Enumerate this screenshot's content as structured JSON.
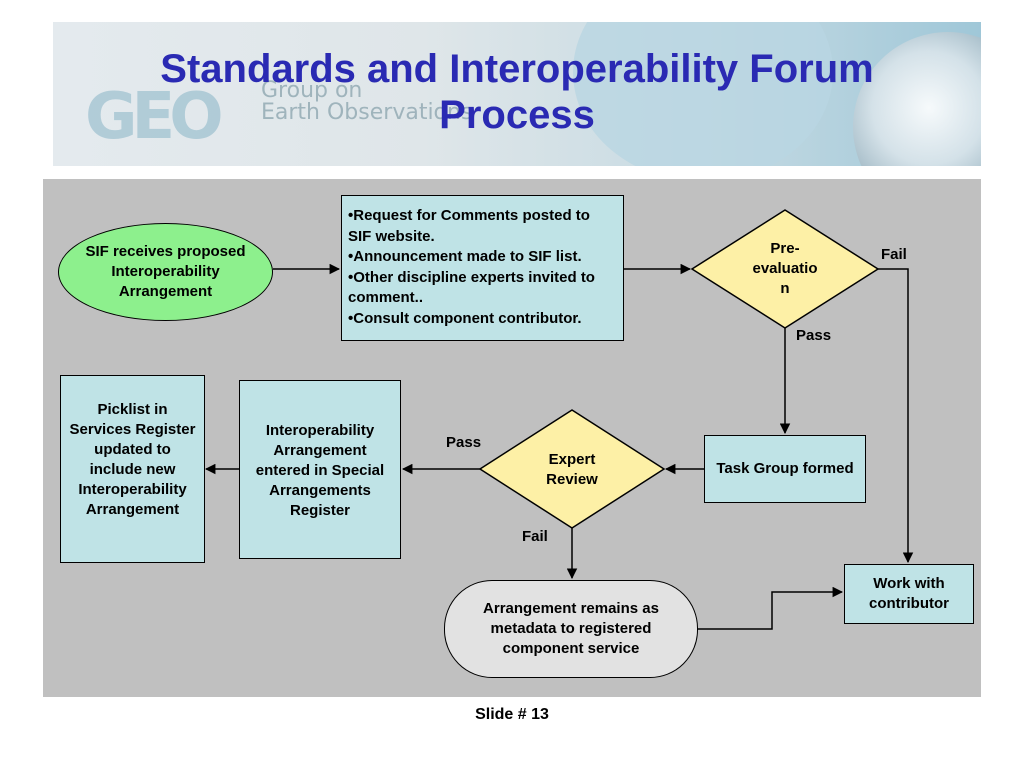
{
  "banner": {
    "logo_text": "GEO",
    "org_line1": "Group on",
    "org_line2": "Earth Observations"
  },
  "title": {
    "line1": "Standards and Interoperability Forum",
    "line2": "Process"
  },
  "nodes": {
    "sif_receives": "SIF receives proposed Interoperability Arrangement",
    "request_comments": [
      "•Request for Comments posted to SIF website.",
      "•Announcement made to SIF list.",
      "•Other discipline experts invited to comment..",
      "•Consult component contributor."
    ],
    "pre_evaluation": [
      "Pre-",
      "evaluatio",
      "n"
    ],
    "task_group": "Task Group formed",
    "expert_review": [
      "Expert",
      "Review"
    ],
    "special_register": "Interoperability Arrangement entered in Special Arrangements Register",
    "picklist": "Picklist in Services Register updated to include new Interoperability Arrangement",
    "metadata": "Arrangement remains as metadata to registered component service",
    "work_with": "Work with contributor"
  },
  "edge_labels": {
    "pre_eval_fail": "Fail",
    "pre_eval_pass": "Pass",
    "expert_pass": "Pass",
    "expert_fail": "Fail"
  },
  "colors": {
    "title": "#2a2ab3",
    "panel": "#c0c0c0",
    "box_fill": "#bfe3e6",
    "oval_fill": "#8df08d",
    "diamond_fill": "#fdf0a6",
    "rounded_fill": "#e2e2e2"
  },
  "footer": "Slide # 13"
}
